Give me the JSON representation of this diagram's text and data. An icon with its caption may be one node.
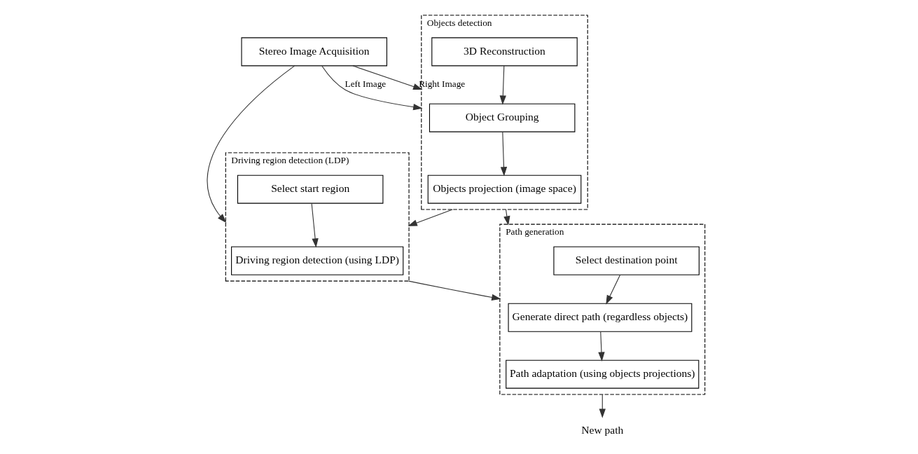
{
  "diagram": {
    "nodes": [
      {
        "text": [
          "Stereo Image Acquisition"
        ]
      },
      {
        "text": [
          "Objects detection"
        ]
      },
      {
        "text": [
          "3D Reconstruction"
        ],
        "in": 1
      },
      {
        "text": [
          "Object Grouping"
        ],
        "in": 1
      },
      {
        "text": [
          "Objects projection (image space)"
        ],
        "in": 1
      },
      {
        "text": [
          "Driving region detection (LDP)"
        ]
      },
      {
        "text": [
          "Select start region"
        ],
        "in": 5
      },
      {
        "text": [
          "Driving region detection (using LDP)"
        ],
        "in": 5
      },
      {
        "text": [
          "Path generation"
        ]
      },
      {
        "text": [
          "Select destination point"
        ],
        "in": 8
      },
      {
        "text": [
          "Generate direct path (regardless objects)"
        ],
        "in": 8
      },
      {
        "text": [
          "Path adaptation (using objects projections)"
        ],
        "in": 8
      },
      {
        "text": [
          "New path"
        ]
      }
    ],
    "edges": [
      {
        "from": 0,
        "to": 1,
        "arrow": "to",
        "label": "Right Image"
      },
      {
        "from": 0,
        "to": 1,
        "arrow": "to",
        "label": "Left Image"
      },
      {
        "from": 0,
        "to": 5,
        "arrow": "to"
      },
      {
        "from": 2,
        "to": 3,
        "arrow": "to"
      },
      {
        "from": 3,
        "to": 4,
        "arrow": "to"
      },
      {
        "from": 1,
        "to": 5,
        "arrow": "to"
      },
      {
        "from": 6,
        "to": 7,
        "arrow": "to"
      },
      {
        "from": 1,
        "to": 8,
        "arrow": "to"
      },
      {
        "from": 5,
        "to": 8,
        "arrow": "to"
      },
      {
        "from": 9,
        "to": 10,
        "arrow": "to"
      },
      {
        "from": 10,
        "to": 11,
        "arrow": "to"
      },
      {
        "from": 8,
        "to": 12,
        "arrow": "to"
      }
    ]
  }
}
